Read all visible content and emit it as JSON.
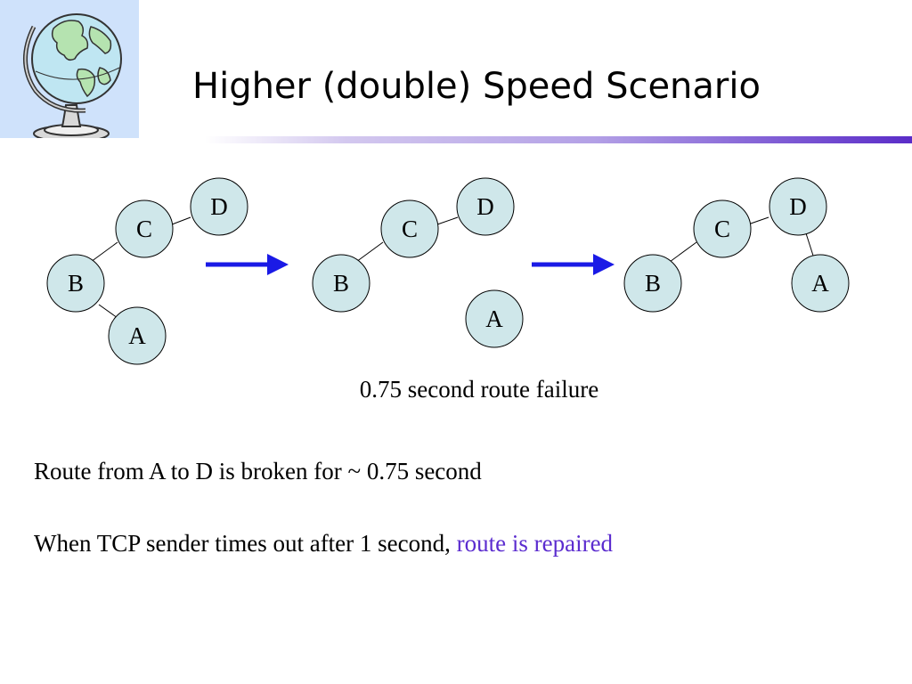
{
  "slide": {
    "title": "Higher (double) Speed Scenario",
    "caption": "0.75 second route failure",
    "bullets": {
      "first": "Route from A to D is broken for ~ 0.75 second",
      "second_plain": "When TCP sender times out after 1 second, ",
      "second_highlight": "route is repaired"
    }
  },
  "diagram": {
    "stages": [
      {
        "nodes": [
          "D",
          "C",
          "B",
          "A"
        ],
        "links": [
          "D-C",
          "C-B",
          "B-A"
        ]
      },
      {
        "nodes": [
          "D",
          "C",
          "B",
          "A"
        ],
        "links": [
          "D-C",
          "C-B"
        ]
      },
      {
        "nodes": [
          "D",
          "C",
          "B",
          "A"
        ],
        "links": [
          "D-C",
          "C-B",
          "D-A"
        ]
      }
    ],
    "transition_arrows": 2
  },
  "colors": {
    "node_fill": "#cfe7ea",
    "arrow": "#1a1ae6",
    "highlight_text": "#5b2ccf",
    "logo_background": "#cfe2fb",
    "title_rule_end": "#5a2cc8"
  },
  "icons": {
    "logo": "globe-icon"
  }
}
